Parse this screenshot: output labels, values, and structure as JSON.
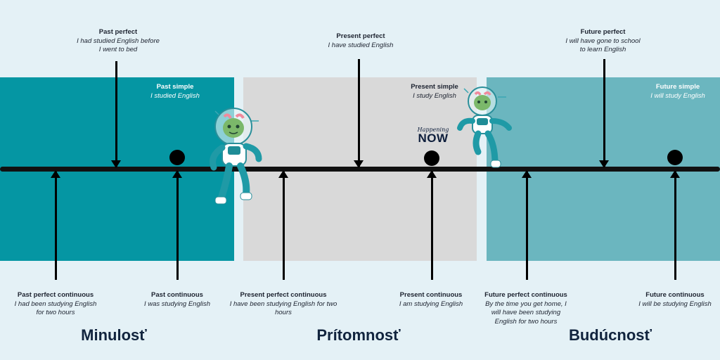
{
  "sections": {
    "past": "Minulosť",
    "present": "Prítomnosť",
    "future": "Budúcnosť"
  },
  "now": {
    "happening": "Happening",
    "label": "NOW"
  },
  "labels": {
    "past_perfect": {
      "title": "Past perfect",
      "example": "I had  studied English before I went to bed"
    },
    "past_simple": {
      "title": "Past simple",
      "example": "I  studied English"
    },
    "present_perfect": {
      "title": "Present perfect",
      "example": "I have studied English"
    },
    "present_simple": {
      "title": "Present simple",
      "example": "I study English"
    },
    "future_perfect": {
      "title": "Future perfect",
      "example": "I will have gone to school to learn English"
    },
    "future_simple": {
      "title": "Future simple",
      "example": "I will study English"
    },
    "past_perfect_continuous": {
      "title": "Past perfect continuous",
      "example": "I had been studying English for two hours"
    },
    "past_continuous": {
      "title": "Past continuous",
      "example": "I was studying English"
    },
    "present_perfect_continuous": {
      "title": "Present perfect continuous",
      "example": "I have been studying English for two hours"
    },
    "present_continuous": {
      "title": "Present continuous",
      "example": "I am studying English"
    },
    "future_perfect_continuous": {
      "title": "Future perfect continuous",
      "example": "By the time you get home, I will have been studying English for two hours"
    },
    "future_continuous": {
      "title": "Future continuous",
      "example": "I will be studying English"
    }
  },
  "colors": {
    "past_panel": "#0596a3",
    "present_panel": "#d9d9d9",
    "future_panel": "#6bb6bf",
    "background": "#e4f1f6",
    "heading": "#11243e"
  },
  "icons": [
    "astronaut-icon",
    "astronaut-icon"
  ]
}
